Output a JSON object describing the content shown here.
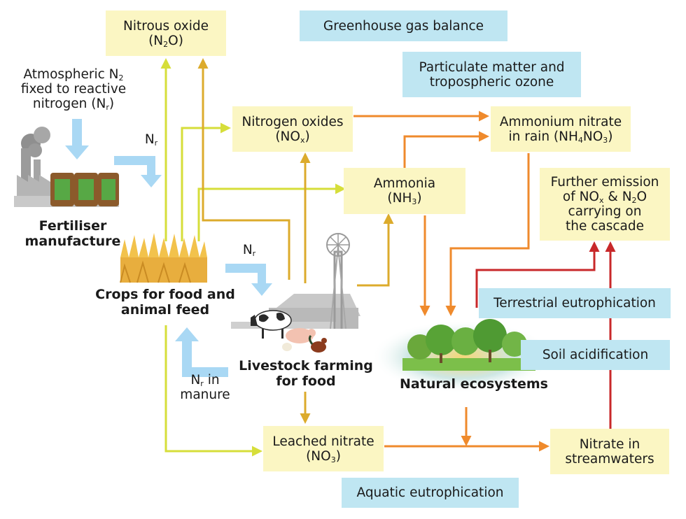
{
  "title": "Greenhouse gas balance",
  "boxes": {
    "nitrous_oxide": {
      "line1": "Nitrous oxide",
      "line2_pre": "(N",
      "line2_sub": "2",
      "line2_post": "O)"
    },
    "nitrogen_oxides": {
      "line1": "Nitrogen oxides",
      "line2_pre": "(NO",
      "line2_sub": "x",
      "line2_post": ")"
    },
    "ammonium_nitrate": {
      "line1": "Ammonium nitrate",
      "line2_pre": "in rain (NH",
      "line2_sub": "4",
      "line2_mid": "NO",
      "line2_sub2": "3",
      "line2_post": ")"
    },
    "ammonia": {
      "line1": "Ammonia",
      "line2_pre": "(NH",
      "line2_sub": "3",
      "line2_post": ")"
    },
    "further_emission": {
      "line1": "Further emission",
      "line2_pre": "of NO",
      "line2_sub": "x",
      "line2_mid": " & N",
      "line2_sub2": "2",
      "line2_post": "O",
      "line3": "carrying on",
      "line4": "the cascade"
    },
    "leached_nitrate": {
      "line1": "Leached nitrate",
      "line2_pre": "(NO",
      "line2_sub": "3",
      "line2_post": ")"
    },
    "nitrate_streamwaters": {
      "line1": "Nitrate in",
      "line2": "streamwaters"
    }
  },
  "impacts": {
    "greenhouse": "Greenhouse gas balance",
    "particulate_line1": "Particulate matter and",
    "particulate_line2": "tropospheric ozone",
    "terrestrial": "Terrestrial eutrophication",
    "soil": "Soil acidification",
    "aquatic": "Aquatic eutrophication"
  },
  "labels": {
    "atmospheric_line1_pre": "Atmospheric N",
    "atmospheric_line1_sub": "2",
    "atmospheric_line2": "fixed to reactive",
    "atmospheric_line3_pre": "nitrogen (N",
    "atmospheric_line3_sub": "r",
    "atmospheric_line3_post": ")",
    "nr1_pre": "N",
    "nr1_sub": "r",
    "nr2_pre": "N",
    "nr2_sub": "r",
    "nr_manure_pre": "N",
    "nr_manure_sub": "r",
    "nr_manure_post": " in",
    "nr_manure_line2": "manure",
    "fertiliser_line1": "Fertiliser",
    "fertiliser_line2": "manufacture",
    "crops_line1": "Crops for food and",
    "crops_line2": "animal feed",
    "livestock_line1": "Livestock farming",
    "livestock_line2": "for food",
    "natural": "Natural ecosystems"
  },
  "colors": {
    "yellow_box": "#fbf6c3",
    "blue_box": "#bfe6f2",
    "arrow_lime": "#d6de3a",
    "arrow_gold": "#dcab2c",
    "arrow_orange": "#ef8a2c",
    "arrow_red": "#c8282a",
    "arrow_lightblue": "#a9d8f4"
  }
}
